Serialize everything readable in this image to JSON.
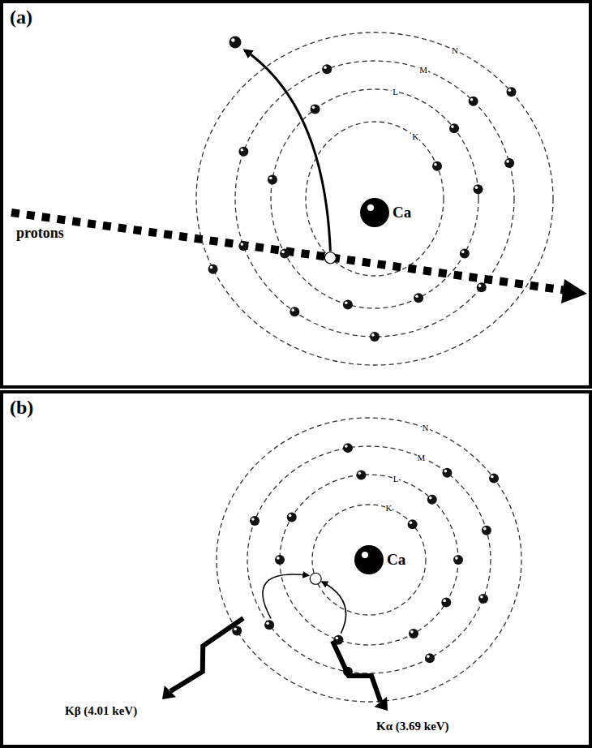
{
  "diagram": {
    "nodes": [
      {
        "text": [
          "(a)"
        ]
      },
      {
        "text": [
          "(b)"
        ]
      }
    ],
    "labels": [
      "N",
      "M",
      "L",
      "K",
      "Ca",
      "protons",
      "N",
      "M",
      "L",
      "K",
      "Ca",
      "Kβ (4.01 keV)",
      "Kα (3.69 keV)"
    ]
  }
}
